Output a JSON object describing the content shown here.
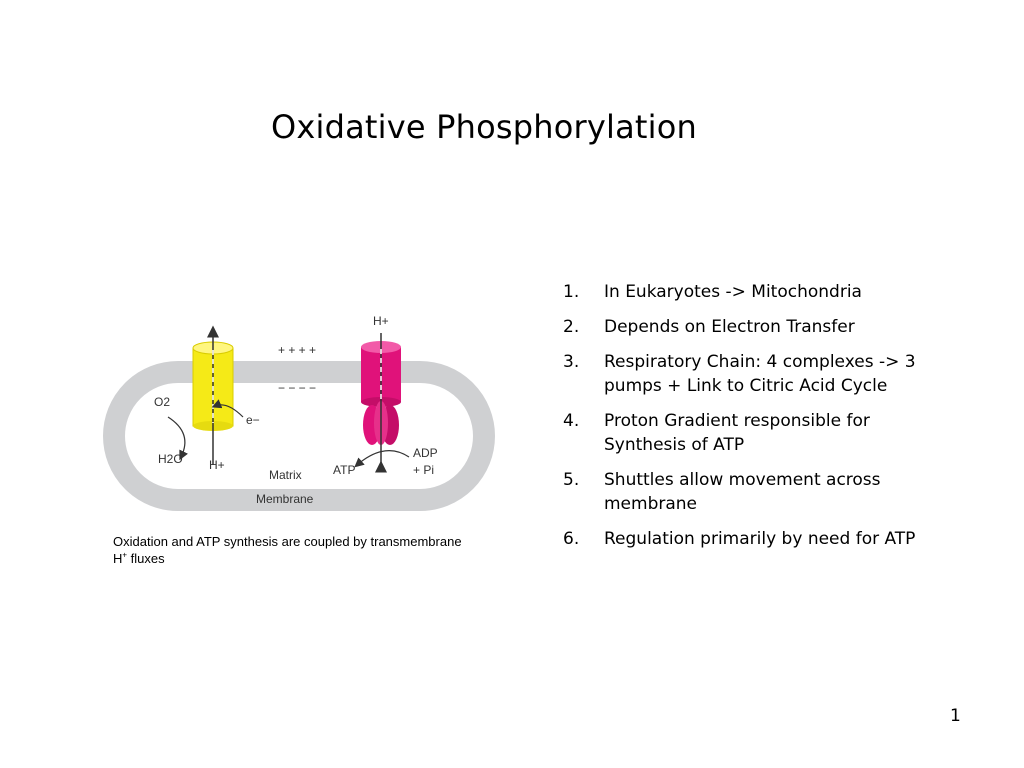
{
  "slide": {
    "title": "Oxidative Phosphorylation",
    "page_number": "1"
  },
  "figure": {
    "labels": {
      "h_plus_top": "H+",
      "plus_signs": "+ + + +",
      "minus_signs": "− − − −",
      "o2": "O2",
      "h2o": "H2O",
      "e_minus": "e−",
      "h_plus_bottom": "H+",
      "matrix": "Matrix",
      "atp": "ATP",
      "adp": "ADP",
      "pi": "+ Pi",
      "membrane": "Membrane"
    },
    "caption_line1": "Oxidation and ATP synthesis are coupled by transmembrane",
    "caption_h": "H",
    "caption_plus": "+",
    "caption_line2": " fluxes",
    "colors": {
      "membrane": "#cfd0d2",
      "cylinder": "#f5ea17",
      "synthase": "#e0127a"
    }
  },
  "list": [
    {
      "num": "1.",
      "text": "In Eukaryotes -> Mitochondria"
    },
    {
      "num": "2.",
      "text": "Depends on Electron Transfer"
    },
    {
      "num": "3.",
      "text": "Respiratory Chain: 4 complexes -> 3 pumps + Link to Citric Acid Cycle"
    },
    {
      "num": "4.",
      "text": "Proton Gradient responsible for Synthesis of ATP"
    },
    {
      "num": "5.",
      "text": "Shuttles allow movement across membrane"
    },
    {
      "num": "6.",
      "text": "Regulation primarily by need for ATP"
    }
  ]
}
